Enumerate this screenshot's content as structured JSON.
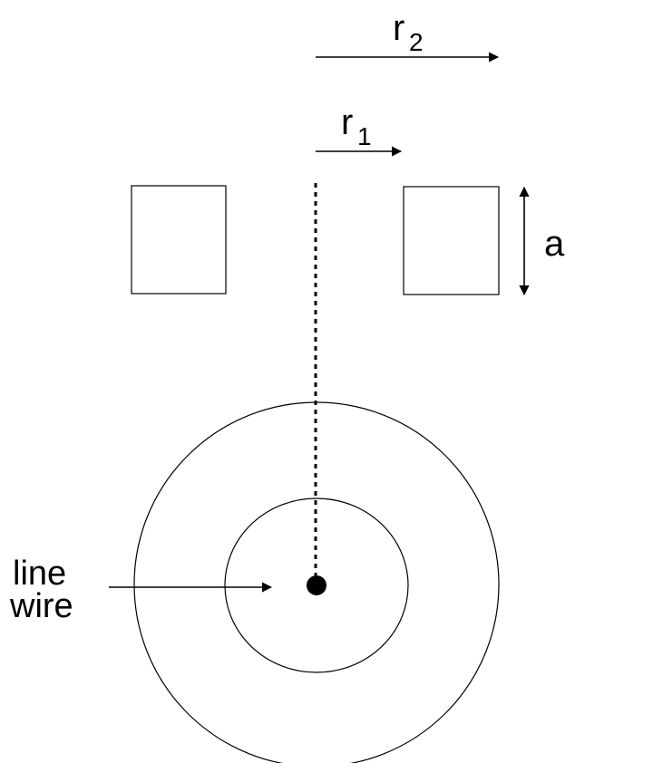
{
  "labels": {
    "r2": {
      "base": "r",
      "sub": "2"
    },
    "r1": {
      "base": "r",
      "sub": "1"
    },
    "a": "a",
    "wire_line1": "line",
    "wire_line2": "wire"
  },
  "colors": {
    "stroke": "#000000",
    "background": "#ffffff"
  }
}
